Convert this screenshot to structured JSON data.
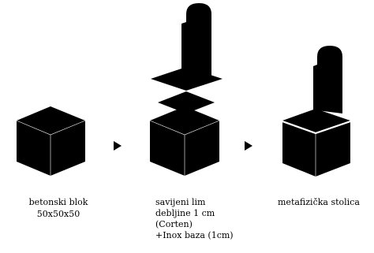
{
  "stages": [
    {
      "id": "concrete-block",
      "caption_lines": [
        "betonski blok",
        "50x50x50"
      ]
    },
    {
      "id": "bent-sheet",
      "caption_lines": [
        "savijeni lim",
        "debljine 1 cm",
        "(Corten)",
        "+Inox baza (1cm)"
      ]
    },
    {
      "id": "metaphysical-stool",
      "caption_lines": [
        "metafizička stolica"
      ]
    }
  ],
  "arrows": [
    "arrow-1",
    "arrow-2"
  ],
  "colors": {
    "fill": "#000000",
    "background": "#ffffff",
    "edge": "#ffffff"
  }
}
